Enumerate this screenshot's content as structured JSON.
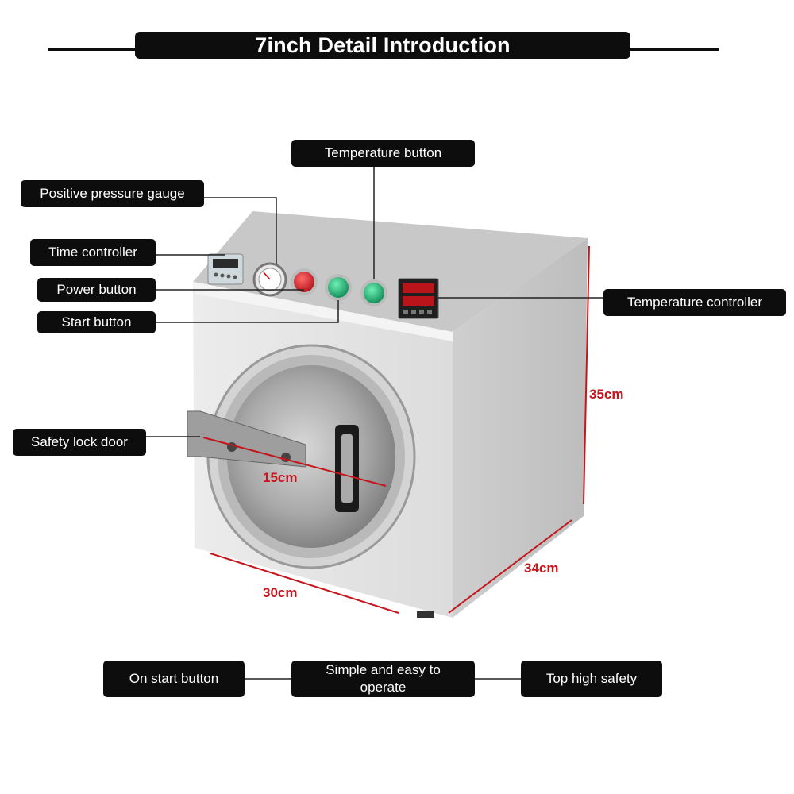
{
  "title": "7inch Detail Introduction",
  "callouts": {
    "temperature_button": "Temperature button",
    "positive_pressure_gauge": "Positive pressure gauge",
    "time_controller": "Time controller",
    "power_button": "Power button",
    "start_button": "Start button",
    "temperature_controller": "Temperature controller",
    "safety_lock_door": "Safety lock door"
  },
  "dimensions": {
    "height": "35cm",
    "depth": "34cm",
    "width": "30cm",
    "door_diameter": "15cm"
  },
  "features": {
    "on_start": "On start button",
    "simple": "Simple and easy to operate",
    "safety": "Top high safety"
  },
  "colors": {
    "label_bg": "#0d0d0d",
    "dimension_red": "#c4161c",
    "power_button": "#d91f26",
    "start_button": "#1aa56b"
  }
}
